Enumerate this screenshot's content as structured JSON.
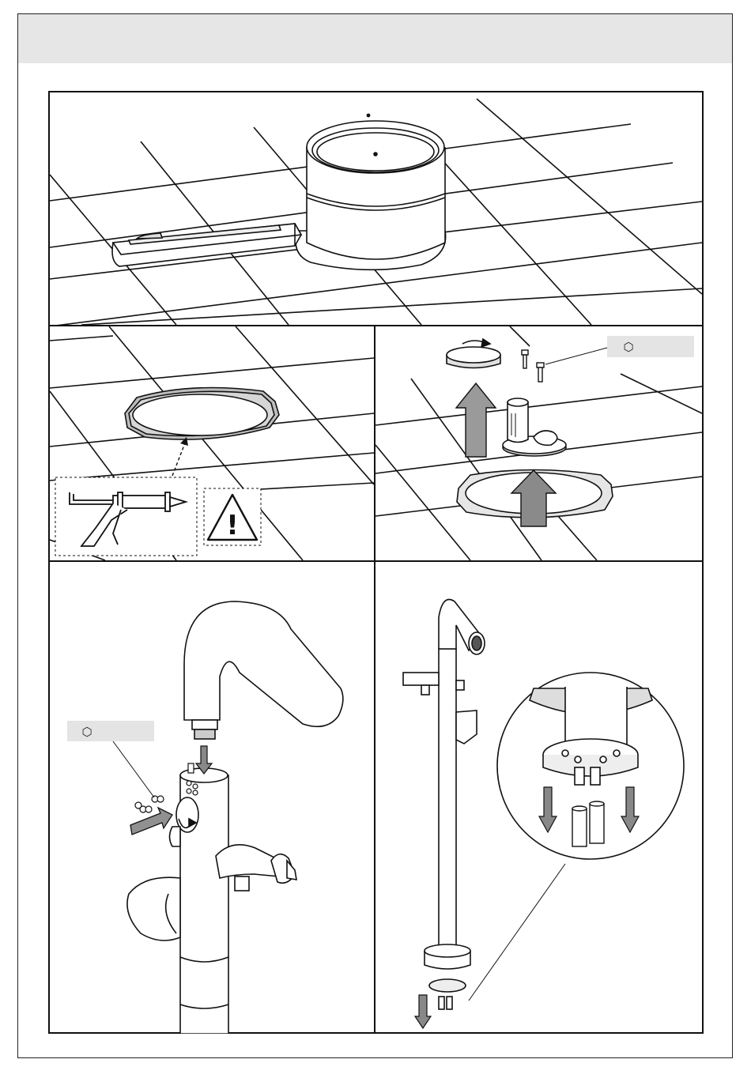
{
  "document": {
    "header_text": "",
    "panels": [
      {
        "id": "panel-1",
        "description_text": ""
      },
      {
        "id": "panel-2",
        "description_text": ""
      },
      {
        "id": "panel-3",
        "description_text": ""
      },
      {
        "id": "panel-4",
        "description_text": ""
      },
      {
        "id": "panel-5",
        "description_text": ""
      }
    ]
  },
  "icons": {
    "hex_key": "⬡",
    "warning": "!"
  },
  "colors": {
    "line": "#111111",
    "header_band": "#e6e6e6",
    "arrow_fill": "#8a8a8a",
    "tag_fill": "#e4e4e4"
  }
}
